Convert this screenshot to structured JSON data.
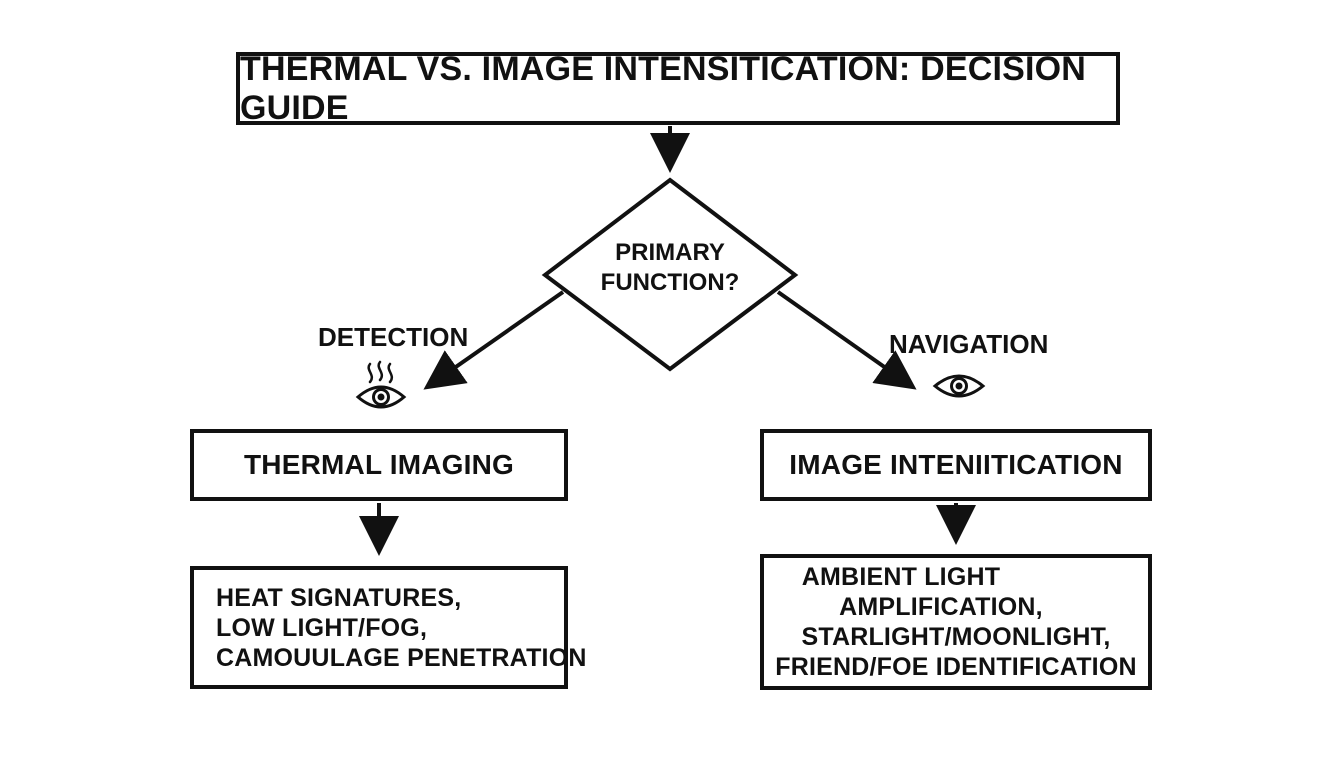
{
  "title": "THERMAL VS. IMAGE INTENSITICATION: DECISION GUIDE",
  "decision": {
    "line1": "PRIMARY",
    "line2": "FUNCTION?"
  },
  "branches": {
    "left": {
      "label": "DETECTION",
      "icon": "heat-eye-icon",
      "node": "THERMAL IMAGING",
      "details": [
        "HEAT SIGNATURES,",
        "LOW LIGHT/FOG,",
        "CAMOUULAGE PENETRATION"
      ]
    },
    "right": {
      "label": "NAVIGATION",
      "icon": "eye-icon",
      "node": "IMAGE INTENIITICATION",
      "details": [
        "AMBIENT LIGHT",
        "AMPLIFICATION,",
        "STARLIGHT/MOONLIGHT,",
        "FRIEND/FOE IDENTIFICATION"
      ]
    }
  },
  "colors": {
    "stroke": "#111111",
    "background": "#ffffff"
  }
}
